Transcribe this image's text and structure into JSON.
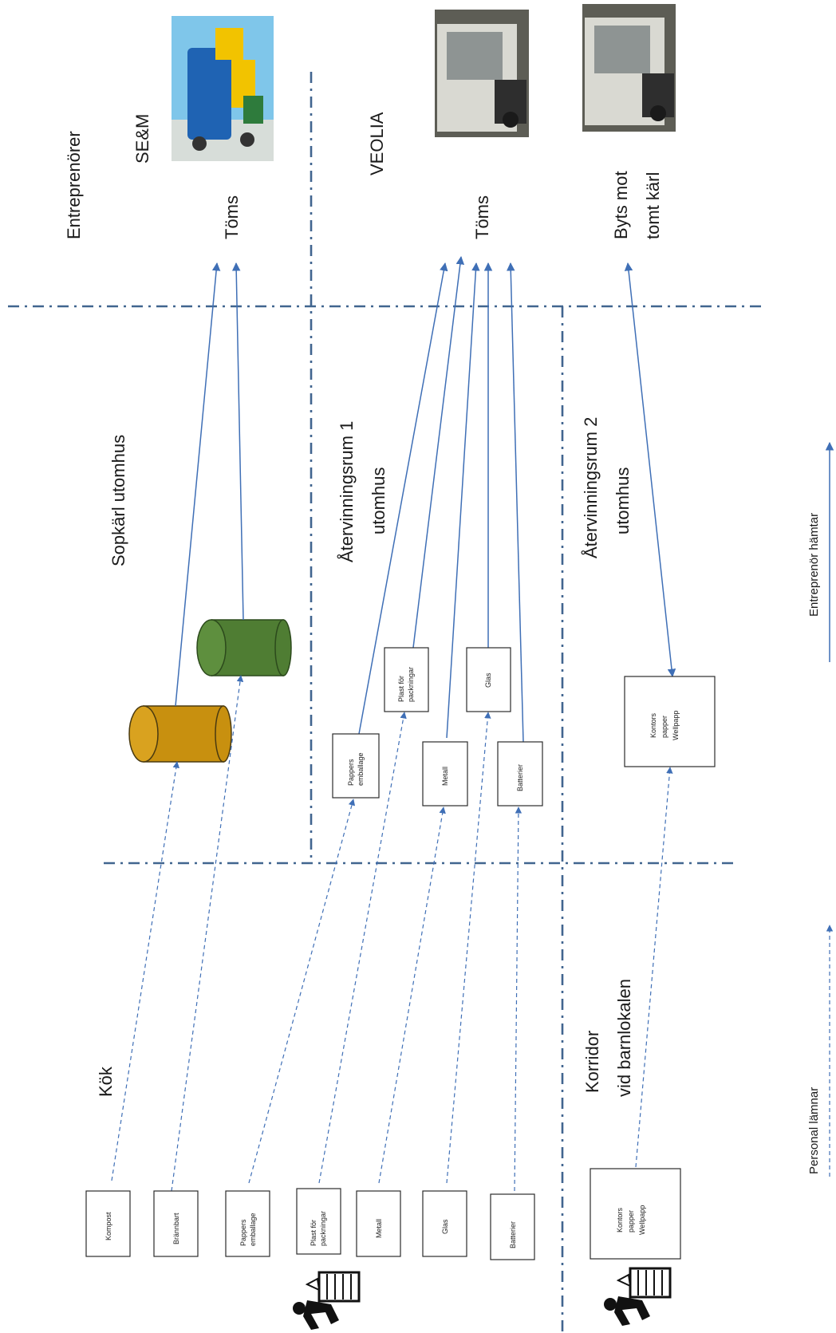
{
  "labels": {
    "entreprenorer": "Entreprenörer",
    "sem": "SE&M",
    "veolia": "VEOLIA",
    "toms1": "Töms",
    "toms2": "Töms",
    "byts_line1": "Byts mot",
    "byts_line2": "tomt kärl",
    "sopkarl": "Sopkärl utomhus",
    "atervinning1_line1": "Återvinningsrum  1",
    "atervinning1_line2": "utomhus",
    "atervinning2_line1": "Återvinningsrum  2",
    "atervinning2_line2": "utomhus",
    "kok": "Kök",
    "korridor_line1": "Korridor",
    "korridor_line2": "vid barnlokalen"
  },
  "legend": {
    "entreprenor_hamtar": "Entreprenör hämtar",
    "personal_lamnar": "Personal lämnar"
  },
  "kitchen_boxes": [
    {
      "lines": [
        "Kompost"
      ]
    },
    {
      "lines": [
        "Brännbart"
      ]
    },
    {
      "lines": [
        "Pappers",
        "emballage"
      ]
    },
    {
      "lines": [
        "Plast för",
        "packningar"
      ]
    },
    {
      "lines": [
        "Metall"
      ]
    },
    {
      "lines": [
        "Glas"
      ]
    },
    {
      "lines": [
        "Batterier"
      ]
    }
  ],
  "korridor_box": {
    "lines": [
      "Kontors",
      "papper",
      "Wellpapp"
    ]
  },
  "room1_boxes": [
    {
      "lines": [
        "Pappers",
        "emballage"
      ]
    },
    {
      "lines": [
        "Plast för",
        "packningar"
      ]
    },
    {
      "lines": [
        "Metall"
      ]
    },
    {
      "lines": [
        "Glas"
      ]
    },
    {
      "lines": [
        "Batterier"
      ]
    }
  ],
  "room2_box": {
    "lines": [
      "Kontors",
      "papper",
      "Wellpapp"
    ]
  },
  "colors": {
    "arrow": "#3f6fb6",
    "divider": "#41658f",
    "bin_yellow": "#c8900f",
    "bin_green": "#4f7d33"
  },
  "icons": [
    "recycling-person-icon",
    "garbage-truck-icon",
    "container-truck-icon"
  ]
}
